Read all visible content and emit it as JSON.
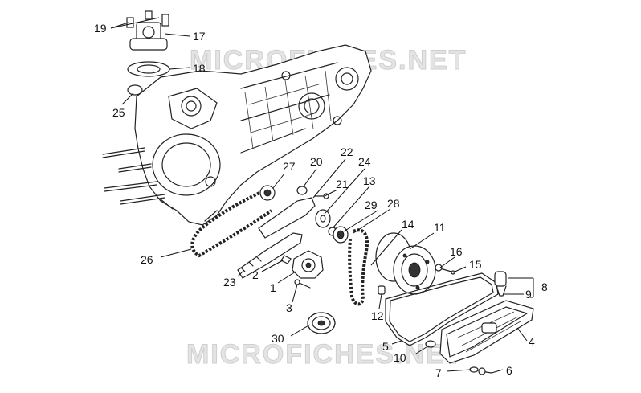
{
  "watermark": {
    "top": "MICROFICHES.NET",
    "bottom": "MICROFICHES.NET"
  },
  "callouts": {
    "p1": "1",
    "p2": "2",
    "p3": "3",
    "p4": "4",
    "p5": "5",
    "p6": "6",
    "p7": "7",
    "p8": "8",
    "p9": "9",
    "p10": "10",
    "p11": "11",
    "p12": "12",
    "p13": "13",
    "p14": "14",
    "p15": "15",
    "p16": "16",
    "p17": "17",
    "p18": "18",
    "p19": "19",
    "p20": "20",
    "p21": "21",
    "p22": "22",
    "p23": "23",
    "p24": "24",
    "p25": "25",
    "p26": "26",
    "p27": "27",
    "p28": "28",
    "p29": "29",
    "p30": "30"
  }
}
